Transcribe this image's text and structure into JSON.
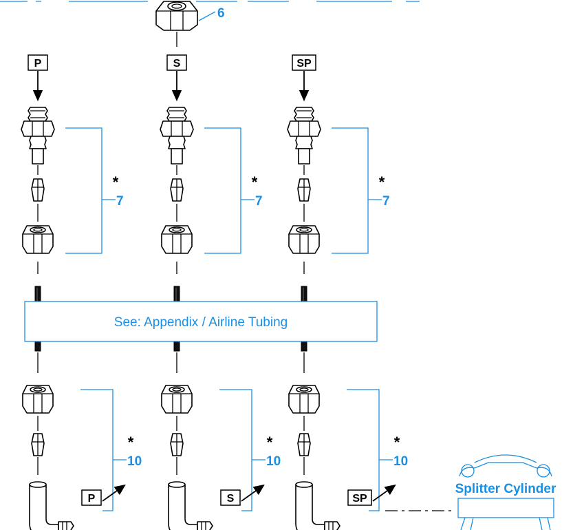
{
  "banner": {
    "text": "See: Appendix / Airline Tubing"
  },
  "top_nut": {
    "callout": "6"
  },
  "columns": [
    {
      "top_port": "P",
      "upper_callout": "7",
      "upper_star": "*",
      "lower_callout": "10",
      "lower_star": "*",
      "bottom_port": "P"
    },
    {
      "top_port": "S",
      "upper_callout": "7",
      "upper_star": "*",
      "lower_callout": "10",
      "lower_star": "*",
      "bottom_port": "S"
    },
    {
      "top_port": "SP",
      "upper_callout": "7",
      "upper_star": "*",
      "lower_callout": "10",
      "lower_star": "*",
      "bottom_port": "SP"
    }
  ],
  "splitter": {
    "label": "Splitter Cylinder"
  },
  "colors": {
    "callout": "#1a8fe3",
    "line": "#000000"
  }
}
